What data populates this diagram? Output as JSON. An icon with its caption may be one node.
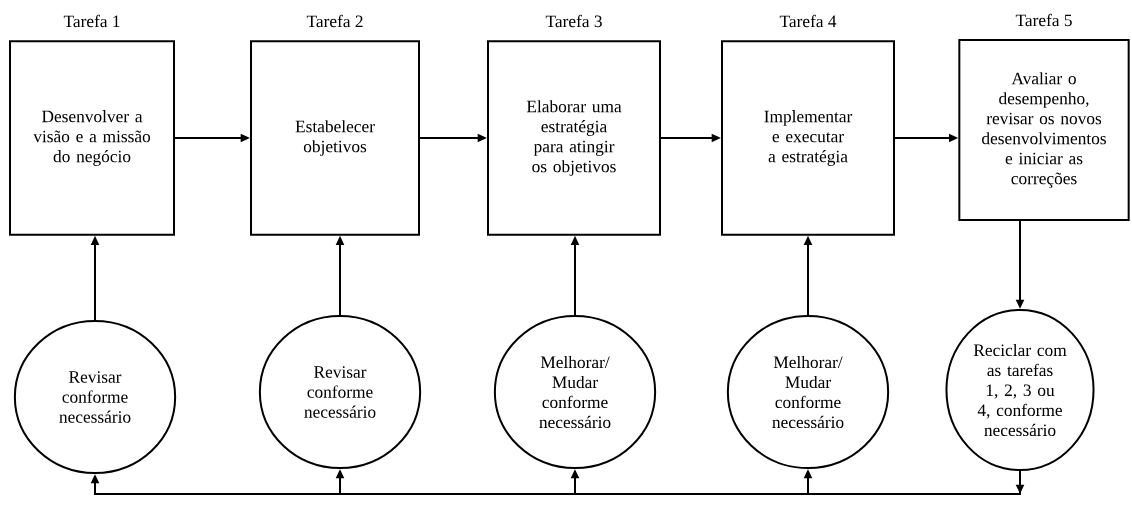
{
  "diagram": {
    "nodes": [
      {
        "text": [
          "Tarefa 1",
          "Desenvolver a visão e a missão do negócio"
        ]
      },
      {
        "text": [
          "Tarefa 2",
          "Estabelecer objetivos"
        ]
      },
      {
        "text": [
          "Tarefa 3",
          "Elaborar uma estratégia para atingir os objetivos"
        ]
      },
      {
        "text": [
          "Tarefa 4",
          "Implementar e executar a estratégia"
        ]
      },
      {
        "text": [
          "Tarefa 5",
          "Avaliar o desempenho, revisar os novos desenvolvimentos e iniciar as correções"
        ]
      },
      {
        "text": [
          "Revisar conforme necessário"
        ]
      },
      {
        "text": [
          "Revisar conforme necessário"
        ]
      },
      {
        "text": [
          "Melhorar/ Mudar conforme necessário"
        ]
      },
      {
        "text": [
          "Melhorar/ Mudar conforme necessário"
        ]
      },
      {
        "text": [
          "Reciclar com as tarefas 1, 2, 3 ou 4, conforme necessário"
        ]
      }
    ],
    "edges": [
      {
        "from": 0,
        "to": 1,
        "arrow": "to"
      },
      {
        "from": 1,
        "to": 2,
        "arrow": "to"
      },
      {
        "from": 2,
        "to": 3,
        "arrow": "to"
      },
      {
        "from": 3,
        "to": 4,
        "arrow": "to"
      },
      {
        "from": 5,
        "to": 0,
        "arrow": "to"
      },
      {
        "from": 6,
        "to": 1,
        "arrow": "to"
      },
      {
        "from": 7,
        "to": 2,
        "arrow": "to"
      },
      {
        "from": 8,
        "to": 3,
        "arrow": "to"
      },
      {
        "from": 4,
        "to": 9,
        "arrow": "to"
      },
      {
        "from": 9,
        "to": 5,
        "arrow": "to"
      },
      {
        "from": 9,
        "to": 6,
        "arrow": "to"
      },
      {
        "from": 9,
        "to": 7,
        "arrow": "to"
      },
      {
        "from": 9,
        "to": 8,
        "arrow": "to"
      },
      {
        "from": 9,
        "to": null,
        "arrow": "to"
      }
    ]
  }
}
